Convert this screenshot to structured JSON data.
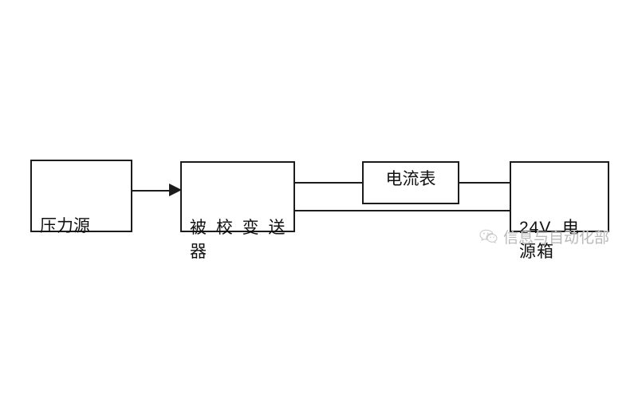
{
  "diagram": {
    "type": "block-diagram",
    "background_color": "#ffffff",
    "line_color": "#1c1c1c",
    "text_color": "#111111",
    "blocks": [
      {
        "id": "pressure-source",
        "label": "压力源"
      },
      {
        "id": "transmitter",
        "label": "被 校 变 送\n器"
      },
      {
        "id": "ammeter",
        "label": "电流表"
      },
      {
        "id": "power-supply",
        "label": "24V  电\n源箱"
      }
    ],
    "connections": [
      {
        "id": "source-to-transmitter",
        "from": "pressure-source",
        "to": "transmitter",
        "style": "arrow"
      },
      {
        "id": "transmitter-to-ammeter",
        "from": "transmitter",
        "to": "ammeter",
        "style": "line"
      },
      {
        "id": "ammeter-to-power",
        "from": "ammeter",
        "to": "power-supply",
        "style": "line"
      },
      {
        "id": "transmitter-to-power-return",
        "from": "transmitter",
        "to": "power-supply",
        "style": "line"
      }
    ]
  },
  "watermark": {
    "icon": "wechat-logo-icon",
    "text": "信息与自动化部",
    "color": "#b9b9b9"
  }
}
